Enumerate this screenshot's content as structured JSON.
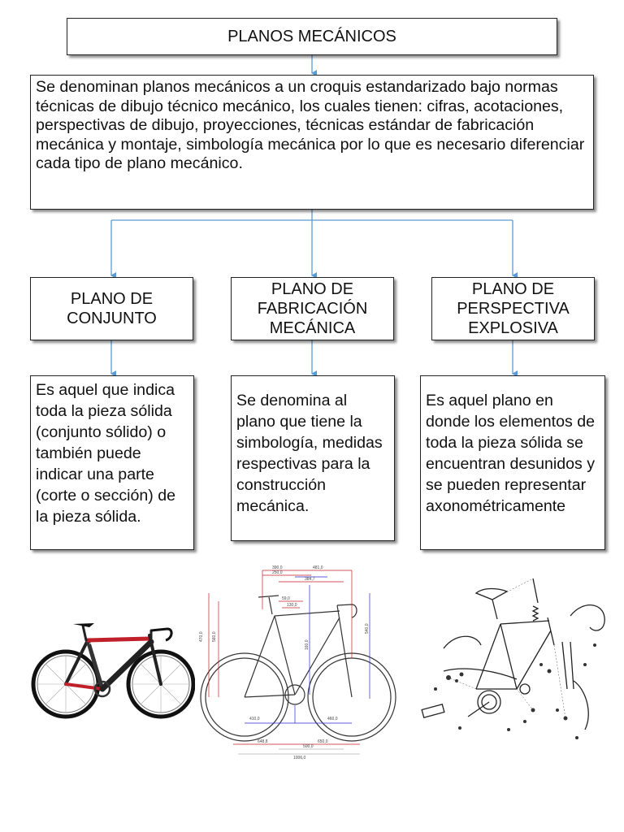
{
  "title": "PLANOS MECÁNICOS",
  "definition": "Se denominan planos mecánicos a un croquis estandarizado bajo normas técnicas de dibujo técnico mecánico, los cuales tienen: cifras, acotaciones, perspectivas de dibujo, proyecciones, técnicas estándar de fabricación mecánica y montaje, simbología mecánica por lo que es necesario diferenciar cada tipo de plano mecánico.",
  "categories": [
    {
      "label_1": "PLANO DE",
      "label_2": "CONJUNTO",
      "label_3": "",
      "description": "Es aquel que indica toda la pieza sólida (conjunto sólido) o también puede indicar una parte (corte o sección) de la pieza sólida."
    },
    {
      "label_1": "PLANO DE",
      "label_2": "FABRICACIÓN",
      "label_3": "MECÁNICA",
      "description": "Se denomina al plano que tiene la simbología, medidas respectivas para la construcción mecánica."
    },
    {
      "label_1": "PLANO DE",
      "label_2": "PERSPECTIVA",
      "label_3": "EXPLOSIVA",
      "description": "Es aquel plano en donde los elementos de toda la pieza sólida se encuentran desunidos y se pueden representar axonométricamente"
    }
  ],
  "technical_drawing_dimensions": [
    "390,0",
    "481,0",
    "250,0",
    "384,7",
    "59,0",
    "130,0",
    "470,0",
    "560,0",
    "160,0",
    "540,0",
    "410,0",
    "460,0",
    "648,8",
    "650,0",
    "500,0",
    "1006,0"
  ],
  "colors": {
    "connector": "#5b9bd5",
    "border": "#222222",
    "frame_red": "#c0202a"
  }
}
